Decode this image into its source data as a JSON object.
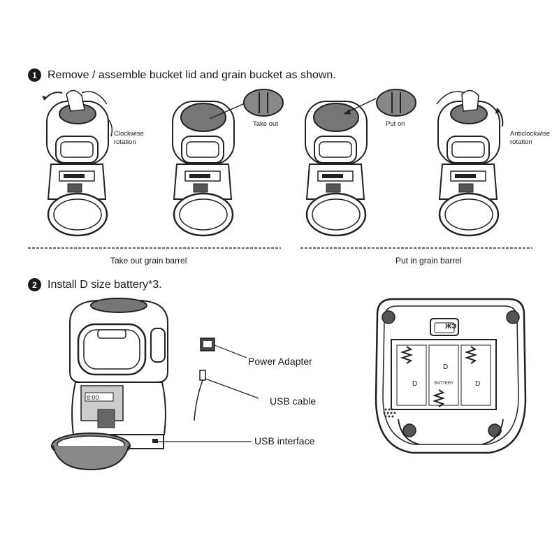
{
  "step1": {
    "number": "1",
    "title": "Remove / assemble bucket lid and grain bucket as shown.",
    "clockwise_label": "Clockwise rotation",
    "take_out_label": "Take out",
    "put_on_label": "Put on",
    "anticlockwise_label": "Anticlockwise rotation",
    "take_out_barrel": "Take out grain barrel",
    "put_in_barrel": "Put in grain barrel"
  },
  "step2": {
    "number": "2",
    "title": "Install D size battery*3.",
    "power_adapter": "Power Adapter",
    "usb_cable": "USB cable",
    "usb_interface": "USB interface",
    "battery_left": "D",
    "battery_center": "D",
    "battery_right": "D",
    "battery_center_sub": "BATTERY",
    "brand_mark": "ЖЭ"
  }
}
